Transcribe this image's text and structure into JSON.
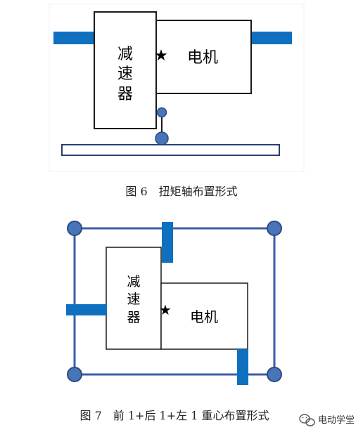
{
  "figure6": {
    "reducer_chars": [
      "减",
      "速",
      "器"
    ],
    "motor_label": "电机",
    "star": "★",
    "caption": "图 6　扭矩轴布置形式"
  },
  "figure7": {
    "reducer_chars": [
      "减",
      "速",
      "器"
    ],
    "motor_label": "电机",
    "star": "★",
    "caption": "图 7　前 1+后 1+左 1 重心布置形式"
  },
  "watermark": {
    "text": "电动学堂",
    "icon": "wechat-icon"
  },
  "colors": {
    "mount_blue": "#0f70c0",
    "pivot_blue": "#4a74b8",
    "frame_blue": "#3b5ea8",
    "outline": "#1a1a1a"
  }
}
